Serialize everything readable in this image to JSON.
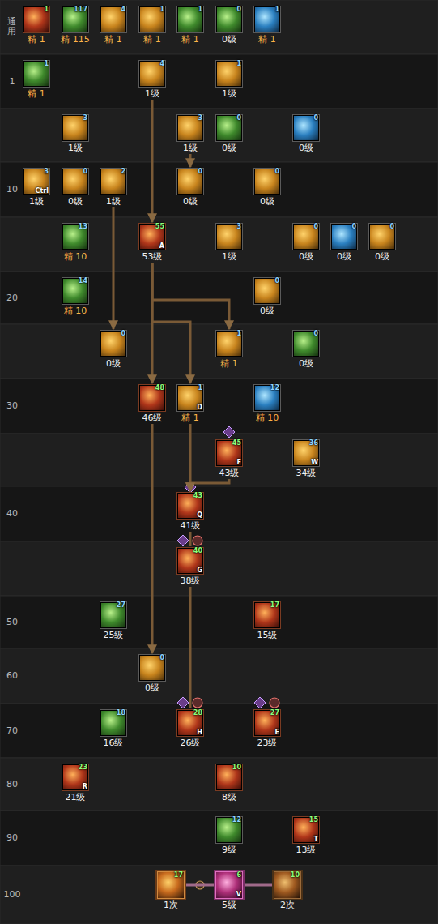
{
  "diagram": {
    "nodes": [
      {
        "text": [
          "1",
          "精 1"
        ]
      },
      {
        "text": [
          "117",
          "精 115"
        ]
      },
      {
        "text": [
          "4",
          "精 1"
        ]
      },
      {
        "text": [
          "1",
          "精 1"
        ]
      },
      {
        "text": [
          "1",
          "精 1"
        ]
      },
      {
        "text": [
          "0",
          "0级"
        ]
      },
      {
        "text": [
          "1",
          "精 1"
        ]
      },
      {
        "text": [
          "1",
          "精 1"
        ]
      },
      {
        "text": [
          "4",
          "1级"
        ]
      },
      {
        "text": [
          "1",
          "1级"
        ]
      },
      {
        "text": [
          "3",
          "1级"
        ]
      },
      {
        "text": [
          "3",
          "1级"
        ]
      },
      {
        "text": [
          "0",
          "0级"
        ]
      },
      {
        "text": [
          "0",
          "0级"
        ]
      },
      {
        "text": [
          "3",
          "Ctrl",
          "1级"
        ]
      },
      {
        "text": [
          "0",
          "0级"
        ]
      },
      {
        "text": [
          "2",
          "1级"
        ]
      },
      {
        "text": [
          "0",
          "0级"
        ]
      },
      {
        "text": [
          "0",
          "0级"
        ]
      },
      {
        "text": [
          "13",
          "精 10"
        ]
      },
      {
        "text": [
          "55",
          "A",
          "53级"
        ]
      },
      {
        "text": [
          "3",
          "1级"
        ]
      },
      {
        "text": [
          "0",
          "0级"
        ]
      },
      {
        "text": [
          "0",
          "0级"
        ]
      },
      {
        "text": [
          "0",
          "0级"
        ]
      },
      {
        "text": [
          "14",
          "精 10"
        ]
      },
      {
        "text": [
          "0",
          "0级"
        ]
      },
      {
        "text": [
          "0",
          "0级"
        ]
      },
      {
        "text": [
          "1",
          "精 1"
        ]
      },
      {
        "text": [
          "0",
          "0级"
        ]
      },
      {
        "text": [
          "48",
          "46级"
        ]
      },
      {
        "text": [
          "1",
          "D",
          "精 1"
        ]
      },
      {
        "text": [
          "12",
          "精 10"
        ]
      },
      {
        "text": [
          "45",
          "F",
          "43级"
        ]
      },
      {
        "text": [
          "36",
          "W",
          "34级"
        ]
      },
      {
        "text": [
          "43",
          "Q",
          "41级"
        ]
      },
      {
        "text": [
          "40",
          "G",
          "38级"
        ]
      },
      {
        "text": [
          "27",
          "25级"
        ]
      },
      {
        "text": [
          "17",
          "15级"
        ]
      },
      {
        "text": [
          "0",
          "0级"
        ]
      },
      {
        "text": [
          "18",
          "16级"
        ]
      },
      {
        "text": [
          "28",
          "H",
          "26级"
        ]
      },
      {
        "text": [
          "27",
          "E",
          "23级"
        ]
      },
      {
        "text": [
          "23",
          "R",
          "21级"
        ]
      },
      {
        "text": [
          "10",
          "8级"
        ]
      },
      {
        "text": [
          "12",
          "9级"
        ]
      },
      {
        "text": [
          "15",
          "T",
          "13级"
        ]
      },
      {
        "text": [
          "17",
          "1次"
        ]
      },
      {
        "text": [
          "6",
          "V",
          "5级"
        ]
      },
      {
        "text": [
          "10",
          "2次"
        ]
      }
    ],
    "edges": [
      {
        "from": 8,
        "to": 20,
        "arrow": "to"
      },
      {
        "from": 11,
        "to": 17,
        "arrow": "to"
      },
      {
        "from": 16,
        "to": 27,
        "arrow": "to"
      },
      {
        "from": 20,
        "to": 28,
        "arrow": "to"
      },
      {
        "from": 20,
        "to": 31,
        "arrow": "to"
      },
      {
        "from": 20,
        "to": 30,
        "arrow": "to"
      },
      {
        "from": 30,
        "to": 39,
        "arrow": "to"
      },
      {
        "from": 31,
        "to": 35,
        "arrow": "to"
      },
      {
        "from": 33,
        "to": 35,
        "arrow": "to"
      },
      {
        "from": 35,
        "to": 36,
        "arrow": "none"
      },
      {
        "from": 36,
        "to": 41,
        "arrow": "none"
      },
      {
        "from": 47,
        "to": 48,
        "arrow": "none"
      },
      {
        "from": 48,
        "to": 49,
        "arrow": "none"
      }
    ],
    "labels": [
      "通用",
      "1",
      "10",
      "20",
      "30",
      "40",
      "50",
      "60",
      "70",
      "80",
      "90",
      "100"
    ]
  }
}
